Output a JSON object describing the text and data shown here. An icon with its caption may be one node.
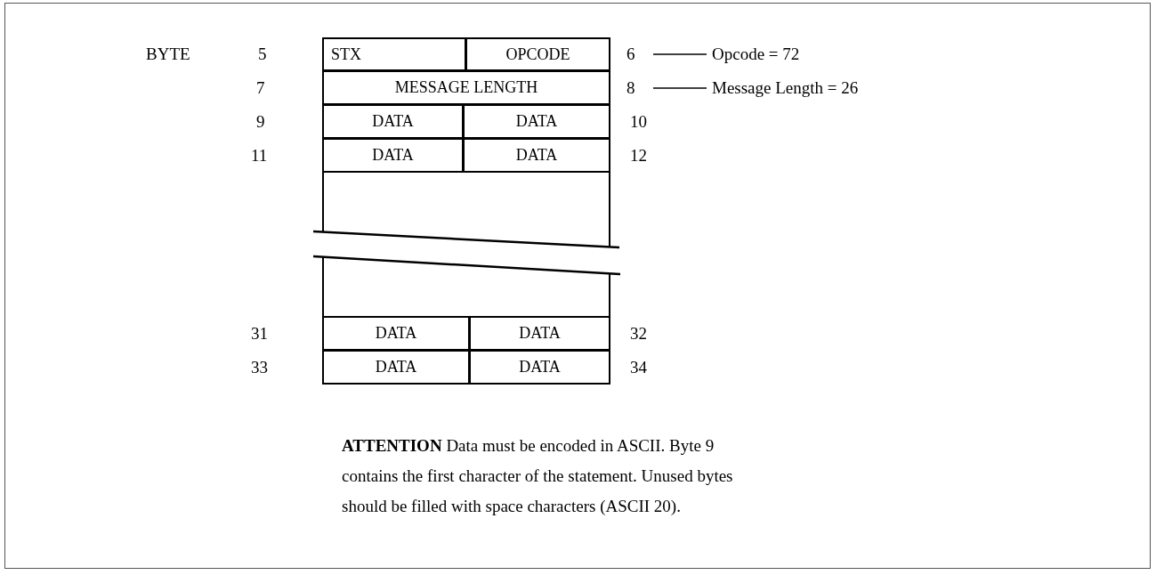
{
  "diagram": {
    "nodes": [
      {
        "text": [
          "STX"
        ]
      },
      {
        "text": [
          "OPCODE"
        ]
      },
      {
        "text": [
          "MESSAGE LENGTH"
        ]
      },
      {
        "text": [
          "DATA"
        ]
      },
      {
        "text": [
          "DATA"
        ]
      },
      {
        "text": [
          "DATA"
        ]
      },
      {
        "text": [
          "DATA"
        ]
      },
      {
        "text": [],
        "shape": "box"
      },
      {
        "text": [],
        "shape": "box"
      },
      {
        "text": [
          "DATA"
        ]
      },
      {
        "text": [
          "DATA"
        ]
      },
      {
        "text": [
          "DATA"
        ]
      },
      {
        "text": [
          "DATA"
        ]
      },
      {
        "text": [
          "6"
        ]
      },
      {
        "text": [
          "Opcode = 72"
        ]
      },
      {
        "text": [
          "8"
        ]
      },
      {
        "text": [
          "Message Length = 26"
        ]
      }
    ],
    "edges": [
      {
        "from": 13,
        "to": 14,
        "arrow": "none"
      },
      {
        "from": 15,
        "to": 16,
        "arrow": "none"
      }
    ],
    "labels": [
      "BYTE",
      "5",
      "7",
      "9",
      "10",
      "11",
      "12",
      "31",
      "32",
      "33",
      "34",
      "**ATTENTION** Data must be encoded in ASCII. Byte 9 contains the first character of the statement. Unused bytes should be filled with space characters (ASCII 20)."
    ]
  }
}
